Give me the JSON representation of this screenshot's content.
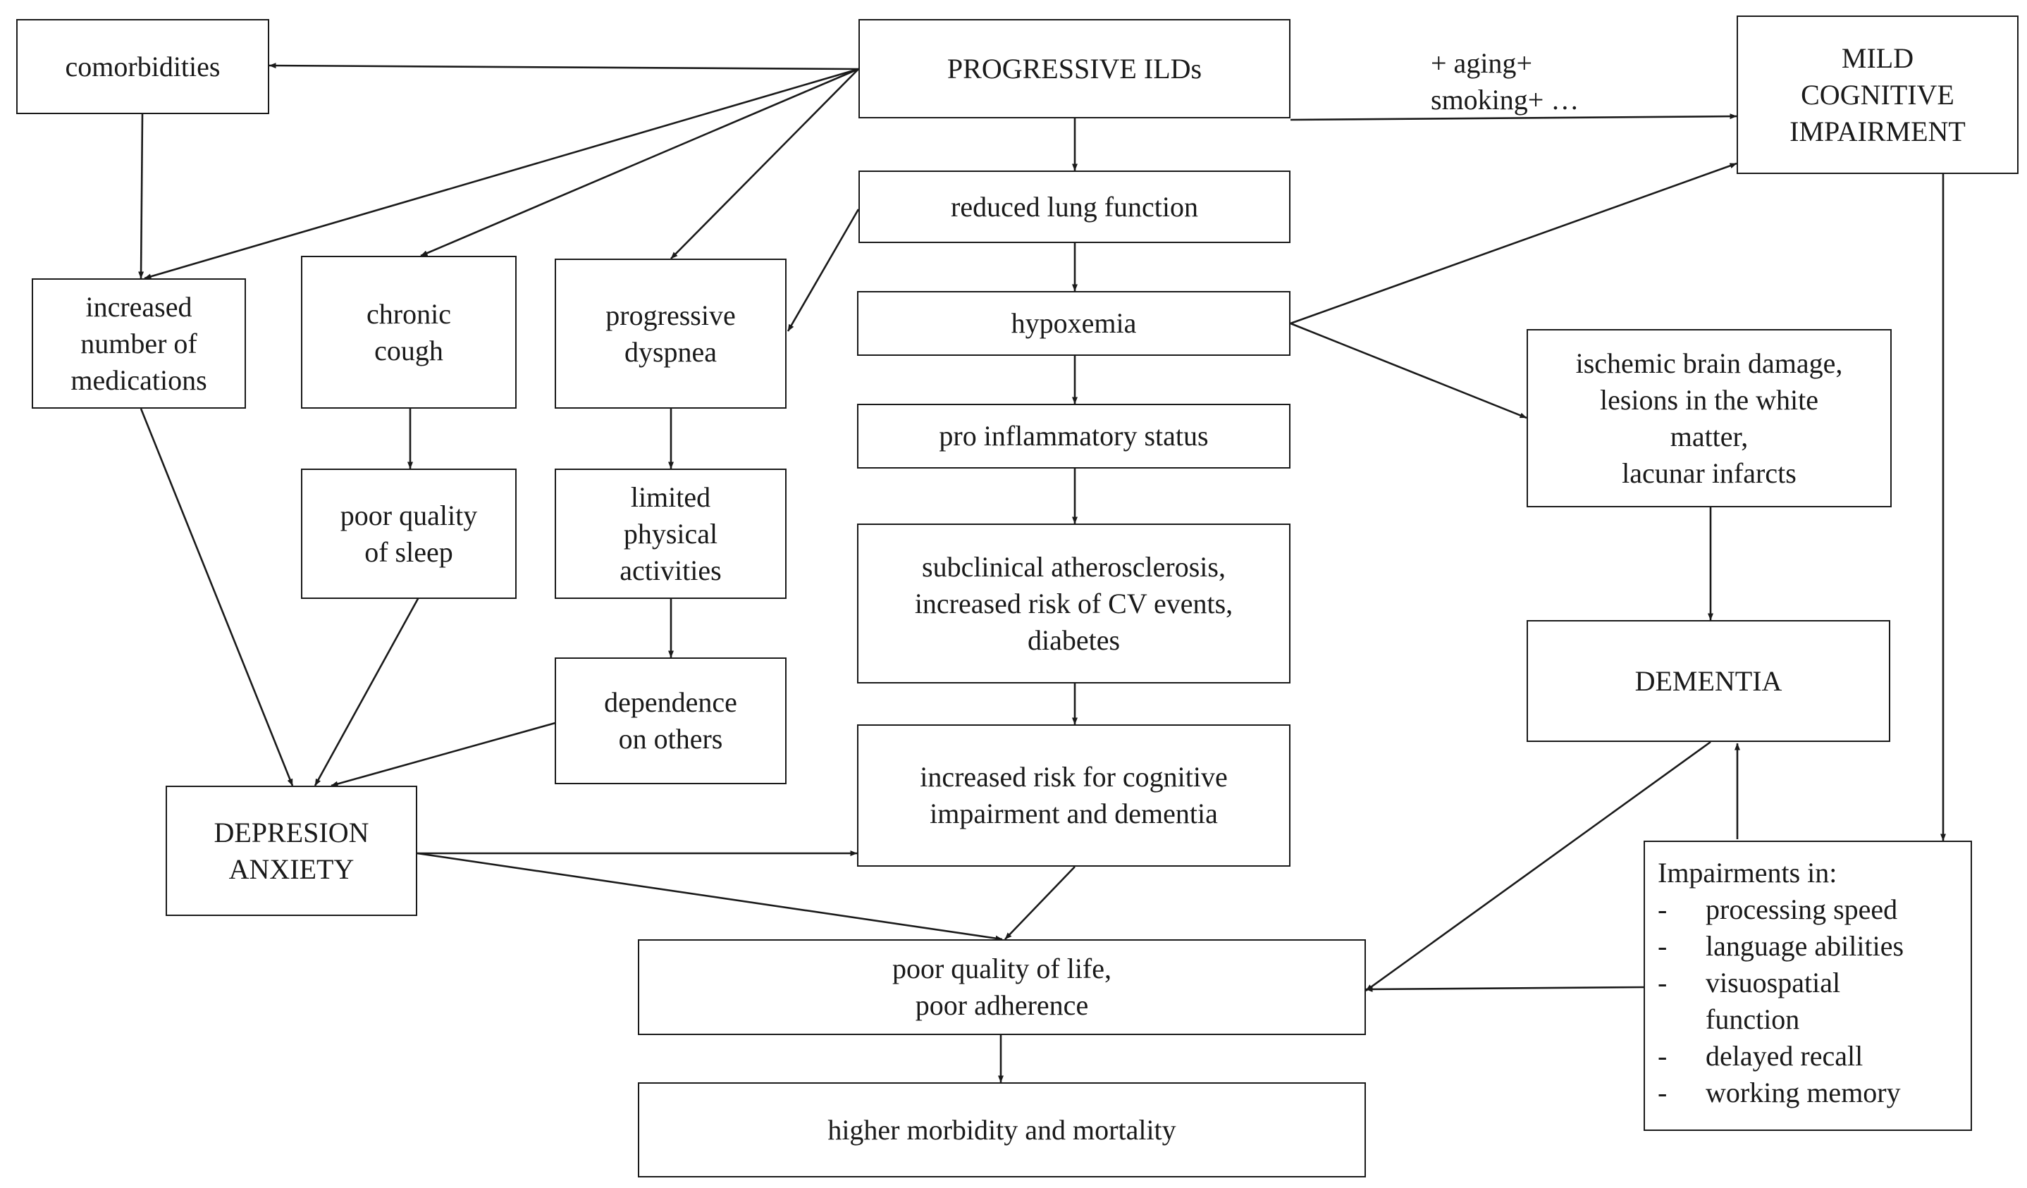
{
  "nodes": {
    "progressive_ilds": [
      "PROGRESSIVE ILDs"
    ],
    "comorbidities": [
      "comorbidities"
    ],
    "mild_cognitive_impairment": [
      "MILD",
      "COGNITIVE",
      "IMPAIRMENT"
    ],
    "risk_factors": [
      "+ aging",
      "+ smoking",
      "+ …"
    ],
    "reduced_lung_function": [
      "reduced lung function"
    ],
    "hypoxemia": [
      "hypoxemia"
    ],
    "pro_inflammatory_status": [
      "pro inflammatory status"
    ],
    "subclinical_atherosclerosis": [
      "subclinical atherosclerosis,",
      "increased risk of CV events,",
      "diabetes"
    ],
    "increased_risk_cognitive": [
      "increased risk for cognitive",
      "impairment and dementia"
    ],
    "increased_medications": [
      "increased",
      "number of",
      "medications"
    ],
    "chronic_cough": [
      "chronic",
      "cough"
    ],
    "progressive_dyspnea": [
      "progressive",
      "dyspnea"
    ],
    "poor_sleep": [
      "poor quality",
      "of sleep"
    ],
    "limited_activities": [
      "limited",
      "physical",
      "activities"
    ],
    "dependence": [
      "dependence",
      "on others"
    ],
    "depression_anxiety": [
      "DEPRESION",
      "ANXIETY"
    ],
    "ischemic_damage": [
      "ischemic brain damage,",
      "lesions in the white",
      "matter,",
      "lacunar infarcts"
    ],
    "dementia": [
      "DEMENTIA"
    ],
    "poor_quality_life": [
      "poor quality of life,",
      "poor adherence"
    ],
    "morbidity_mortality": [
      "higher morbidity and mortality"
    ]
  },
  "impairments": {
    "title": "Impairments in:",
    "bullet": "-",
    "items": [
      [
        "processing speed"
      ],
      [
        "language abilities"
      ],
      [
        "visuospatial",
        "function"
      ],
      [
        "delayed recall"
      ],
      [
        "working memory"
      ]
    ]
  }
}
